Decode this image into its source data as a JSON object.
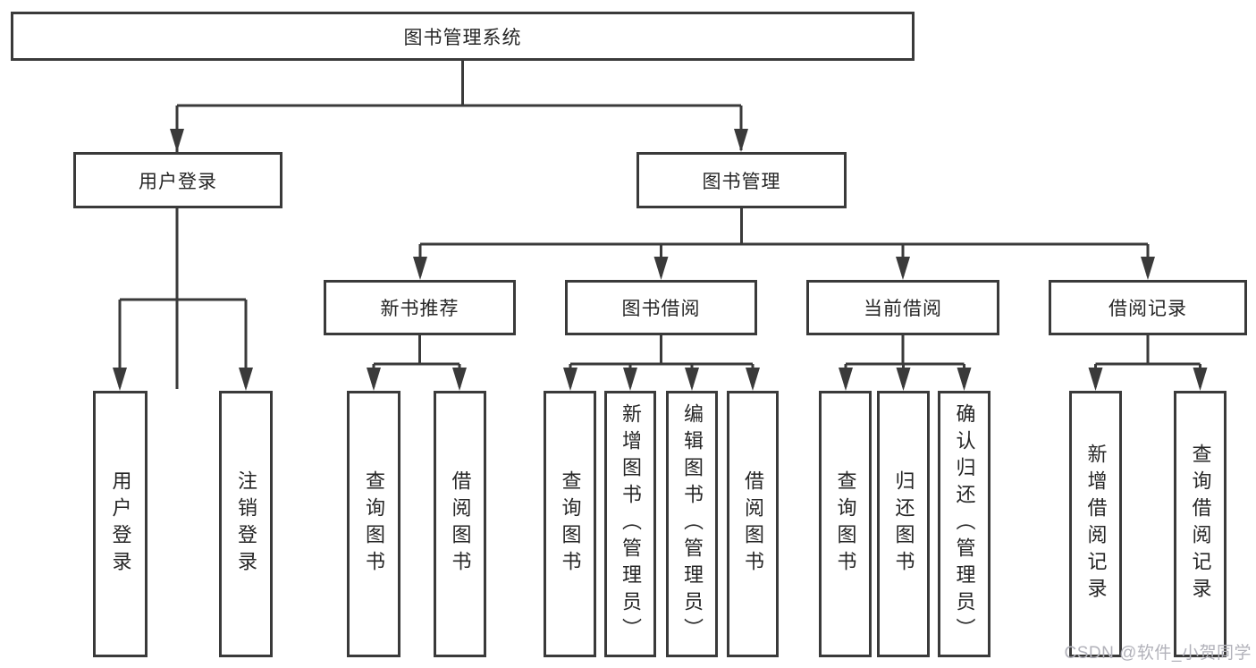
{
  "tree": {
    "label": "图书管理系统",
    "children": [
      {
        "label": "用户登录",
        "children": [
          {
            "label": "用户登录"
          },
          {
            "label": "注销登录"
          }
        ]
      },
      {
        "label": "图书管理",
        "children": [
          {
            "label": "新书推荐",
            "children": [
              {
                "label": "查询图书"
              },
              {
                "label": "借阅图书"
              }
            ]
          },
          {
            "label": "图书借阅",
            "children": [
              {
                "label": "查询图书"
              },
              {
                "label": "新增图书（管理员）"
              },
              {
                "label": "编辑图书（管理员）"
              },
              {
                "label": "借阅图书"
              }
            ]
          },
          {
            "label": "当前借阅",
            "children": [
              {
                "label": "查询图书"
              },
              {
                "label": "归还图书"
              },
              {
                "label": "确认归还（管理员）"
              }
            ]
          },
          {
            "label": "借阅记录",
            "children": [
              {
                "label": "新增借阅记录"
              },
              {
                "label": "查询借阅记录"
              }
            ]
          }
        ]
      }
    ]
  },
  "watermark": {
    "text": "CSDN @软件_小贺同学",
    "color": "#b2b2ba"
  },
  "colors": {
    "line": "#3a3a3a",
    "box_border": "#3a3a3a",
    "text": "#262626",
    "background": "#ffffff"
  }
}
